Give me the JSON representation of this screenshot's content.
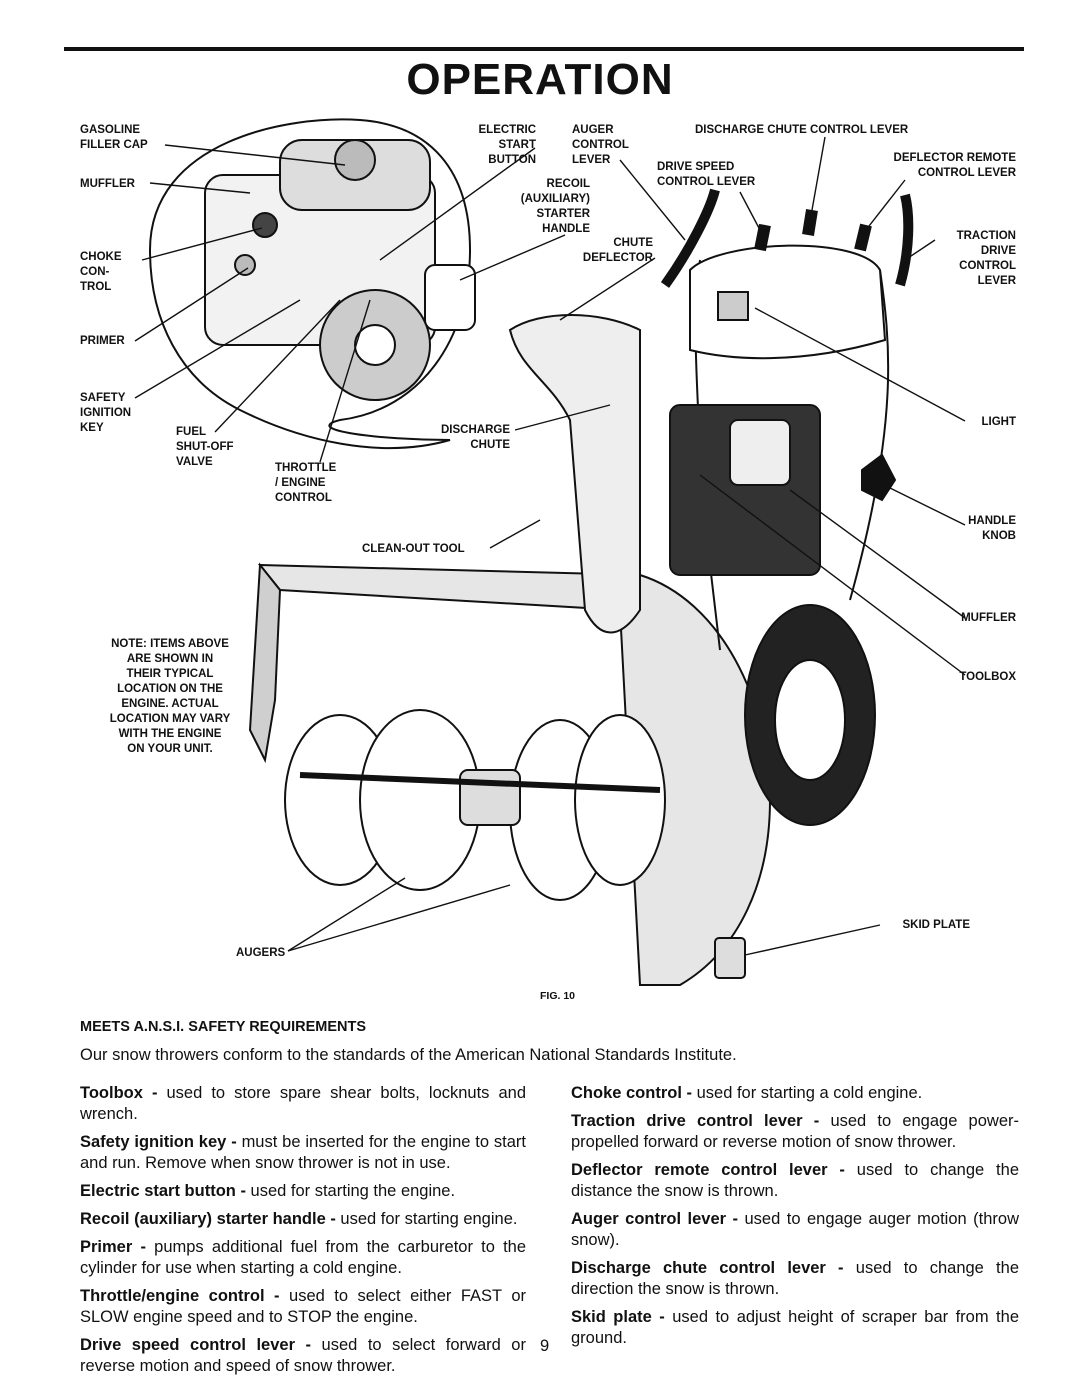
{
  "page": {
    "title": "OPERATION",
    "fig_label": "FIG. 10",
    "page_number": "9"
  },
  "labels": {
    "gasoline": "GASOLINE\nFILLER CAP",
    "muffler_left": "MUFFLER",
    "choke": "CHOKE\nCON-\nTROL",
    "primer": "PRIMER",
    "safety_key": "SAFETY\nIGNITION\nKEY",
    "fuel_valve": "FUEL\nSHUT-OFF\nVALVE",
    "throttle": "THROTTLE\n/ ENGINE\nCONTROL",
    "electric_start": "ELECTRIC\nSTART\nBUTTON",
    "recoil": "RECOIL\n(AUXILIARY)\nSTARTER\nHANDLE",
    "auger_lever": "AUGER\nCONTROL\nLEVER",
    "discharge_lever": "DISCHARGE CHUTE CONTROL LEVER",
    "drive_speed": "DRIVE SPEED\nCONTROL LEVER",
    "deflector_remote": "DEFLECTOR REMOTE\nCONTROL LEVER",
    "chute_deflector": "CHUTE\nDEFLECTOR",
    "traction": "TRACTION\nDRIVE\nCONTROL\nLEVER",
    "light": "LIGHT",
    "discharge_chute": "DISCHARGE\nCHUTE",
    "handle_knob": "HANDLE\nKNOB",
    "cleanout": "CLEAN-OUT TOOL",
    "muffler_right": "MUFFLER",
    "toolbox": "TOOLBOX",
    "note": "NOTE: ITEMS ABOVE\nARE SHOWN IN\nTHEIR TYPICAL\nLOCATION ON THE\nENGINE. ACTUAL\nLOCATION MAY VARY\nWITH THE ENGINE\nON YOUR UNIT.",
    "skid_plate": "SKID PLATE",
    "augers": "AUGERS"
  },
  "section": {
    "heading": "MEETS A.N.S.I. SAFETY REQUIREMENTS",
    "intro": "Our snow throwers conform to the standards of the American National Standards Institute."
  },
  "left_items": [
    {
      "term": "Toolbox -",
      "text": " used to store spare shear bolts, locknuts and wrench."
    },
    {
      "term": "Safety ignition key -",
      "text": " must be inserted for the engine to start and run. Remove when snow thrower is not in use."
    },
    {
      "term": "Electric start button -",
      "text": " used for starting the engine."
    },
    {
      "term": "Recoil (auxiliary) starter handle -",
      "text": " used for starting engine."
    },
    {
      "term": "Primer -",
      "text": " pumps additional fuel from the carburetor to the cylinder for use when starting a cold engine."
    },
    {
      "term": "Throttle/engine control -",
      "text": " used to select either FAST or SLOW engine speed and to STOP the engine."
    },
    {
      "term": "Drive speed control lever -",
      "text": " used to select forward or reverse motion and speed of snow thrower."
    }
  ],
  "right_items": [
    {
      "term": "Choke control -",
      "text": " used for starting a cold engine."
    },
    {
      "term": "Traction drive control lever -",
      "text": " used to engage power-propelled forward or reverse motion of snow thrower."
    },
    {
      "term": "Deflector remote control lever -",
      "text": " used to change the distance the snow is thrown."
    },
    {
      "term": "Auger control lever -",
      "text": " used to engage auger motion (throw snow)."
    },
    {
      "term": "Discharge chute control lever -",
      "text": " used to change the direction the snow is thrown."
    },
    {
      "term": "Skid plate -",
      "text": " used to adjust height of scraper bar from the ground."
    }
  ]
}
